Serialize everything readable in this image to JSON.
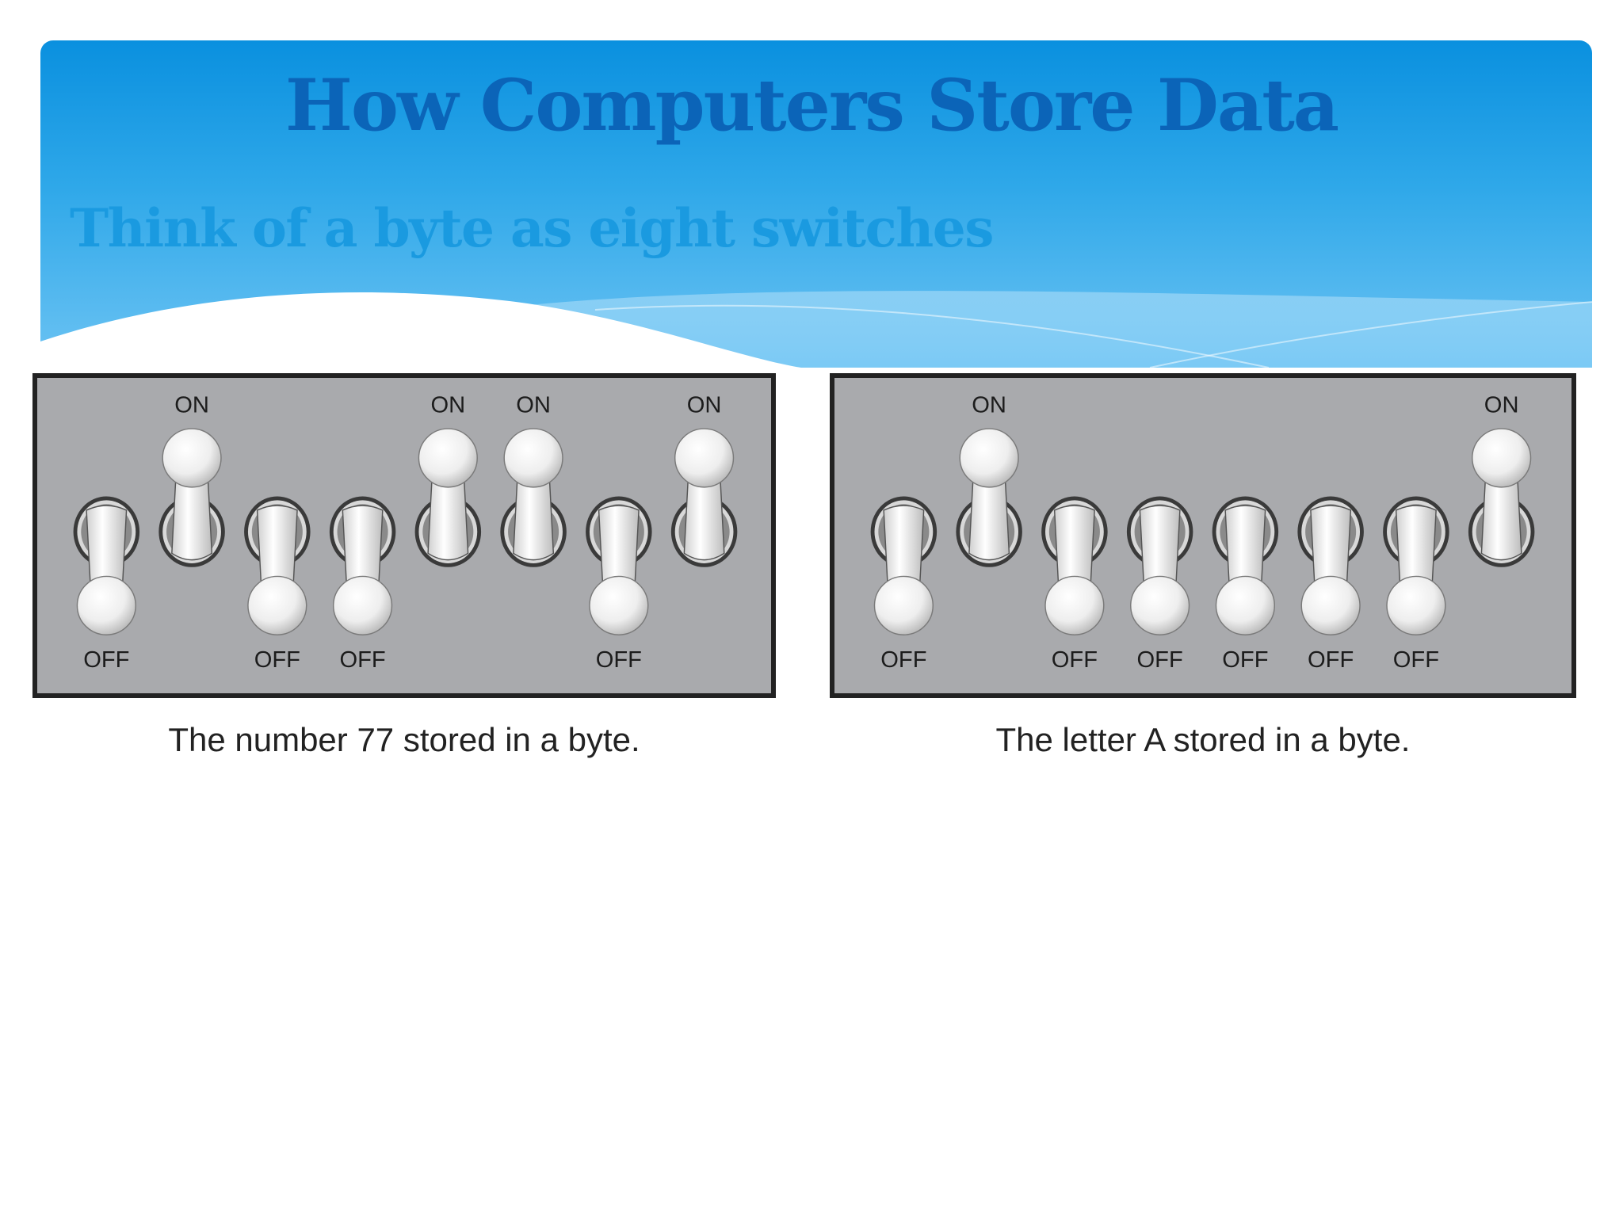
{
  "slide": {
    "title": "How Computers Store Data",
    "subtitle": "Think of a byte as eight switches",
    "colors": {
      "header_dark": "#0a90df",
      "header_light": "#6cc3f3",
      "title": "#0b64b8",
      "subtitle": "#1a9ae0"
    }
  },
  "switch_labels": {
    "on": "ON",
    "off": "OFF"
  },
  "panels": [
    {
      "caption": "The number 77 stored in a byte.",
      "states": [
        "off",
        "on",
        "off",
        "off",
        "on",
        "on",
        "off",
        "on"
      ]
    },
    {
      "caption": "The letter A stored in a byte.",
      "states": [
        "off",
        "on",
        "off",
        "off",
        "off",
        "off",
        "off",
        "on"
      ]
    }
  ]
}
